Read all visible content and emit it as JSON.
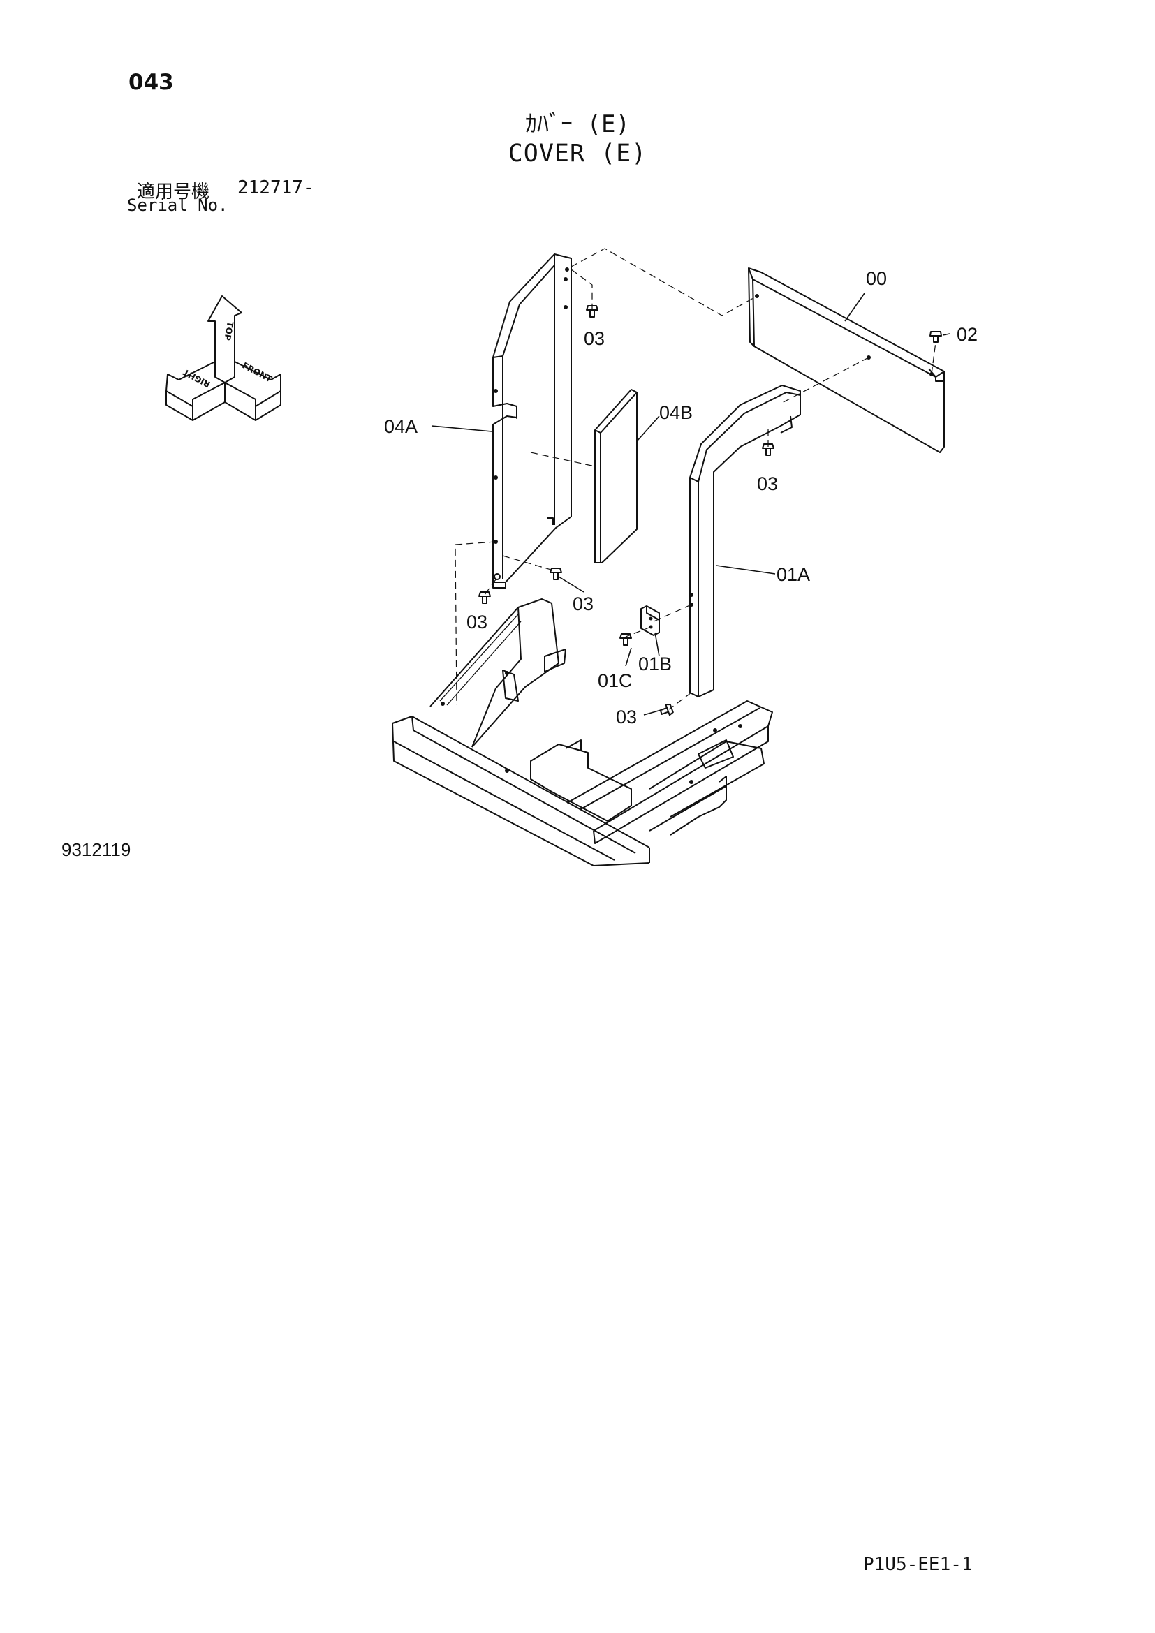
{
  "page_number": "043",
  "title_jp": "ｶﾊﾞｰ (E)",
  "title_en": "COVER (E)",
  "serial": {
    "label_jp": "適用号機",
    "value": "212717-",
    "label_en": "Serial No."
  },
  "orientation": {
    "top": "TOP",
    "right": "RIGHT",
    "front": "FRONT"
  },
  "callouts": {
    "c00": "00",
    "c02": "02",
    "c03_a": "03",
    "c03_b": "03",
    "c03_c": "03",
    "c03_d": "03",
    "c03_e": "03",
    "c04a": "04A",
    "c04b": "04B",
    "c01a": "01A",
    "c01b": "01B",
    "c01c": "01C"
  },
  "figure_number": "9312119",
  "sheet_code": "P1U5-EE1-1"
}
